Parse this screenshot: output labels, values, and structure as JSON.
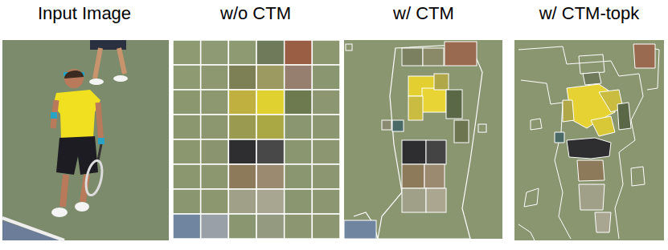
{
  "diagram": {
    "labels": [
      "Input Image",
      "w/o CTM",
      "w/ CTM",
      "w/ CTM-topk"
    ]
  }
}
